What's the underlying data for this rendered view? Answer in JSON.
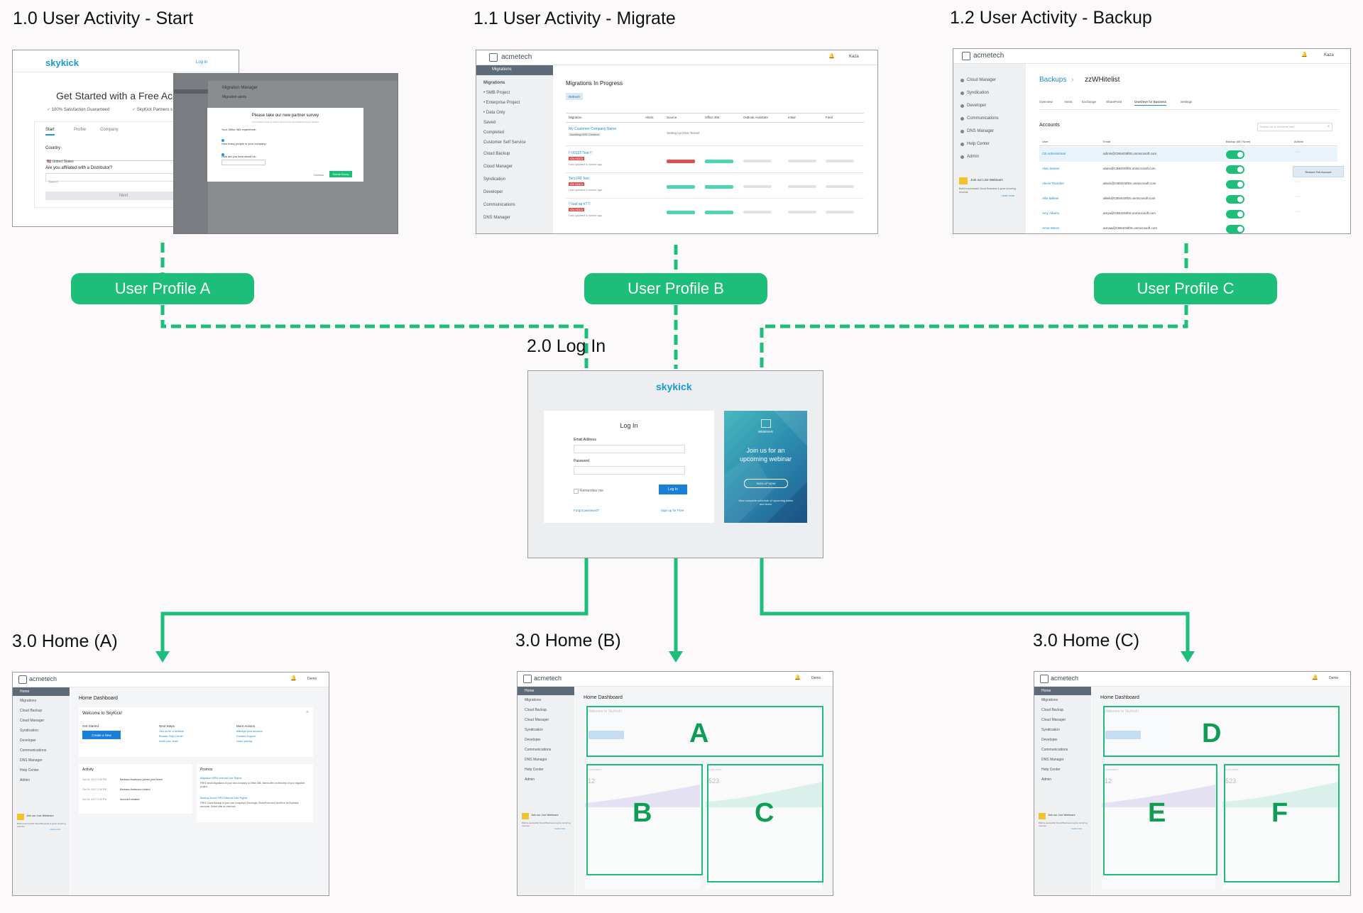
{
  "headings": {
    "start": "1.0 User Activity - Start",
    "migrate": "1.1 User Activity - Migrate",
    "backup": "1.2 User Activity - Backup",
    "login": "2.0 Log In",
    "home_a": "3.0 Home (A)",
    "home_b": "3.0 Home (B)",
    "home_c": "3.0 Home (C)"
  },
  "profiles": {
    "a": "User Profile A",
    "b": "User Profile B",
    "c": "User Profile C"
  },
  "colors": {
    "accent_green": "#1dbe79",
    "brand_blue": "#1a9ad6",
    "sidebar_gray": "#eef0f2"
  },
  "start_screen": {
    "logo": "skykick",
    "login_link": "Log in",
    "headline": "Get Started with a Free Acc",
    "check_1": "100% Satisfaction Guaranteed",
    "check_2": "SkyKick Partners s",
    "tabs": [
      "Start",
      "Profile",
      "Company"
    ],
    "country_label": "Country",
    "country_value": "United States",
    "distributor_label": "Are you affiliated with a Distributor?",
    "select_placeholder": "Select",
    "next_button": "Next",
    "overlay_title": "Migration Manager",
    "overlay_sub": "Migration alerts",
    "survey_title": "Please take our new partner survey",
    "survey_sub": "Your answers help us deliver relevant and personalized support articles",
    "q1": "Your Office 365 experience:",
    "q2": "How many people in your company:",
    "q3": "How did you hear about us:",
    "dismiss": "Dismiss",
    "submit": "Submit Survey"
  },
  "migrate_screen": {
    "logo": "acmetech",
    "user": "Kaza",
    "side_header": "Migrations",
    "side_items": [
      "Migrations",
      "• SMB Project",
      "• Enterprise Project",
      "• Data Only",
      "Saved",
      "Completed",
      "Customer Self Service",
      "Cloud Backup",
      "Cloud Manager",
      "Syndication",
      "Developer",
      "Communications",
      "DNS Manager"
    ],
    "title": "Migrations In Progress",
    "refresh": "Refresh",
    "columns": [
      "Migration",
      "Alerts",
      "Source",
      "Office 365",
      "Outlook Assistant",
      "Initial",
      "Final"
    ],
    "rows": [
      {
        "name": "My Customer Company Name",
        "status": "Awaiting DNS Creation",
        "note": "Setting Up DNS Tenant"
      },
      {
        "name": "!! 00122 Test !!",
        "status": "ON HOLD",
        "note": "Last updated a minute ago"
      },
      {
        "name": "Tero FM Test",
        "status": "ON HOLD",
        "note": "Last updated a minute ago"
      },
      {
        "name": "!! bad ap #7 !!",
        "status": "ON HOLD",
        "note": "Last updated a minute ago"
      }
    ]
  },
  "backup_screen": {
    "logo": "acmetech",
    "user": "Kaza",
    "side_items": [
      "Cloud Manager",
      "Syndication",
      "Developer",
      "Communications",
      "DNS Manager",
      "Help Center",
      "Admin"
    ],
    "breadcrumb_root": "Backups",
    "breadcrumb_leaf": "zzWHitelist",
    "tabs": [
      "Overview",
      "Alerts",
      "Exchange",
      "SharePoint",
      "OneDrive for Business",
      "Settings"
    ],
    "accounts_label": "Accounts",
    "search_placeholder": "Search for a OneDrive user",
    "columns": [
      "User",
      "Email",
      "Backup (All | None)",
      "Actions"
    ],
    "users": [
      {
        "name": "CB Administrator",
        "email": "admin@CB54G5f0S.onmicrosoft.com"
      },
      {
        "name": "Alan Steiner",
        "email": "alans@CB54G5f0S.onmicrosoft.com"
      },
      {
        "name": "Alexis Thumber",
        "email": "alexis@CB54G5f0S.onmicrosoft.com"
      },
      {
        "name": "Allie Bellew",
        "email": "allieb@CB54G5f0S.onmicrosoft.com"
      },
      {
        "name": "Amy Alberts",
        "email": "amya@CB54G5f0S.onmicrosoft.com"
      },
      {
        "name": "Anna Weiss",
        "email": "annaw@CB54G5f0S.onmicrosoft.com"
      }
    ],
    "restore_tooltip": "Restore Full Account",
    "webinar_title": "Join our Live Webinars",
    "webinar_text": "Build a successful Cloud Business & grow recurring revenue",
    "webinar_link": "Learn more"
  },
  "login_screen": {
    "logo": "skykick",
    "title": "Log In",
    "email_label": "Email Address",
    "password_label": "Password",
    "remember": "Remember me",
    "login_button": "Log In",
    "forgot": "Forgot password?",
    "signup": "Sign up for Free",
    "promo_tag": "WEBINAR",
    "promo_title": "Join us for an upcoming webinar",
    "promo_button": "SIGN UP NOW",
    "promo_footer": "View complete schedule of upcoming dates and times"
  },
  "home_screen": {
    "logo": "acmetech",
    "user": "Demo",
    "side_items": [
      "Home",
      "Migrations",
      "Cloud Backup",
      "Cloud Manager",
      "Syndication",
      "Developer",
      "Communications",
      "DNS Manager",
      "Help Center",
      "Admin"
    ],
    "title": "Home Dashboard",
    "welcome": "Welcome to SkyKick!",
    "get_started": "Get Started",
    "create_new": "Create a New",
    "next_steps": "Next Steps",
    "next_links": [
      "Join us for a webinar",
      "Browse Help Center",
      "Invite your team"
    ],
    "more_actions": "More Actions",
    "more_links": [
      "Manage your account",
      "Contact Support",
      "Learn pricing"
    ],
    "activity": "Activity",
    "activity_rows": [
      {
        "time": "Oct 15, 2017 2:30 PM",
        "text": "Barbara Anderson joined your team"
      },
      {
        "time": "Oct 15, 2017 2:30 PM",
        "text": "Barbara Anderson invited"
      },
      {
        "time": "Oct 15, 2017 2:30 PM",
        "text": "Account created"
      }
    ],
    "promos": "Promos",
    "promo_1_title": "Migration MPN Internal Use Rights",
    "promo_1_text": "FREE email Migrations of your own company to Office 365. Select offer on first step of your migration project.",
    "promo_2_title": "Backup Azure MPN Internal Use Rights",
    "promo_2_text": "FREE Cloud Backup of your own company's Exchange, SharePoint and OneDrive for Business accounts. Select offer at checkout.",
    "customers": "Customers",
    "customers_count": "12",
    "end_users": "End Users",
    "end_users_count": "523",
    "webinar_title": "Join our Live Webinars",
    "webinar_text": "Build a successful Cloud Business & grow recurring revenue",
    "webinar_link": "Learn more"
  },
  "region_letters": {
    "b": [
      "A",
      "B",
      "C"
    ],
    "c": [
      "D",
      "E",
      "F"
    ]
  }
}
